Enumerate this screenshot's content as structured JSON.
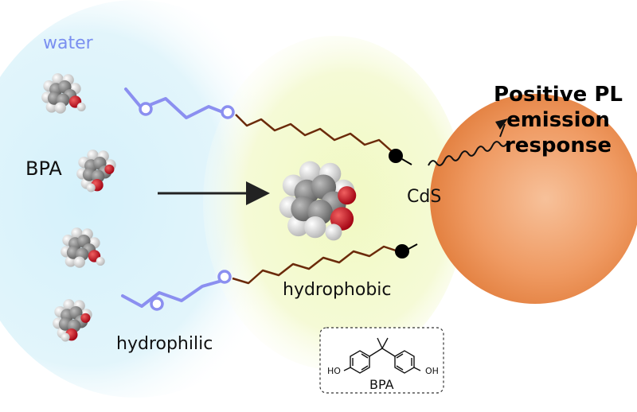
{
  "labels": {
    "water": "water",
    "bpa_free": "BPA",
    "cds": "CdS",
    "hydrophobic": "hydrophobic",
    "hydrophilic": "hydrophilic",
    "response_lines": [
      "Positive PL",
      "emission",
      "response"
    ]
  },
  "structure": {
    "left_group": "HO",
    "right_group": "OH",
    "name": "BPA"
  },
  "colors": {
    "water_region": "#d8f2fa",
    "hydrophobic_region": "#f1f8c4",
    "cds_particle": "#ec8f52",
    "hydrophilic_chain": "#8b8ff0",
    "hydrophobic_chain": "#6b2a0a",
    "carbon": "#7d7d7d",
    "hydrogen": "#eeeeee",
    "oxygen": "#c8101a"
  }
}
